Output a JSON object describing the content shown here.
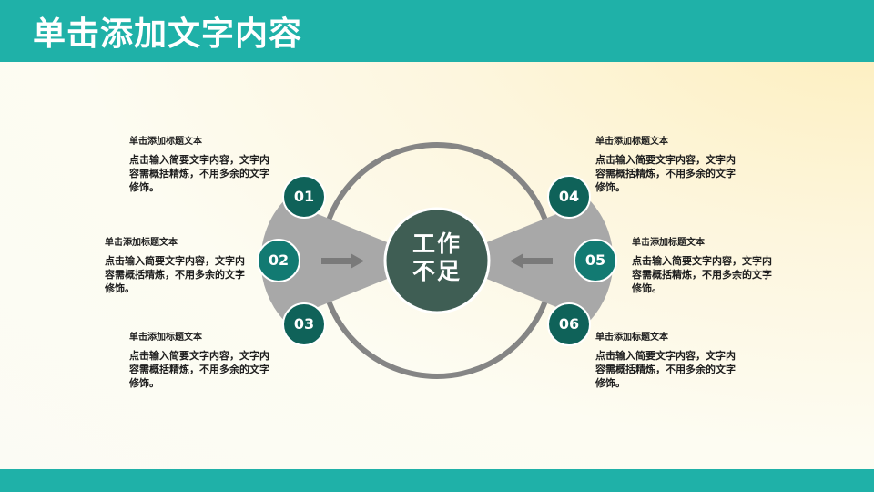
{
  "header": {
    "title": "单击添加文字内容"
  },
  "center": {
    "line1": "工作",
    "line2": "不足"
  },
  "items": [
    {
      "num": "01",
      "title": "单击添加标题文本",
      "body": "点击输入简要文字内容，文字内容需概括精炼，不用多余的文字修饰。"
    },
    {
      "num": "02",
      "title": "单击添加标题文本",
      "body": "点击输入简要文字内容，文字内容需概括精炼，不用多余的文字修饰。"
    },
    {
      "num": "03",
      "title": "单击添加标题文本",
      "body": "点击输入简要文字内容，文字内容需概括精炼，不用多余的文字修饰。"
    },
    {
      "num": "04",
      "title": "单击添加标题文本",
      "body": "点击输入简要文字内容，文字内容需概括精炼，不用多余的文字修饰。"
    },
    {
      "num": "05",
      "title": "单击添加标题文本",
      "body": "点击输入简要文字内容，文字内容需概括精炼，不用多余的文字修饰。"
    },
    {
      "num": "06",
      "title": "单击添加标题文本",
      "body": "点击输入简要文字内容，文字内容需概括精炼，不用多余的文字修饰。"
    }
  ],
  "colors": {
    "accent": "#1fb1a8",
    "center_circle": "#3f5e54",
    "ring": "#858585",
    "wedge": "#a8a8a8",
    "badge_dark": "#0f6259",
    "badge_mid": "#127a72"
  }
}
